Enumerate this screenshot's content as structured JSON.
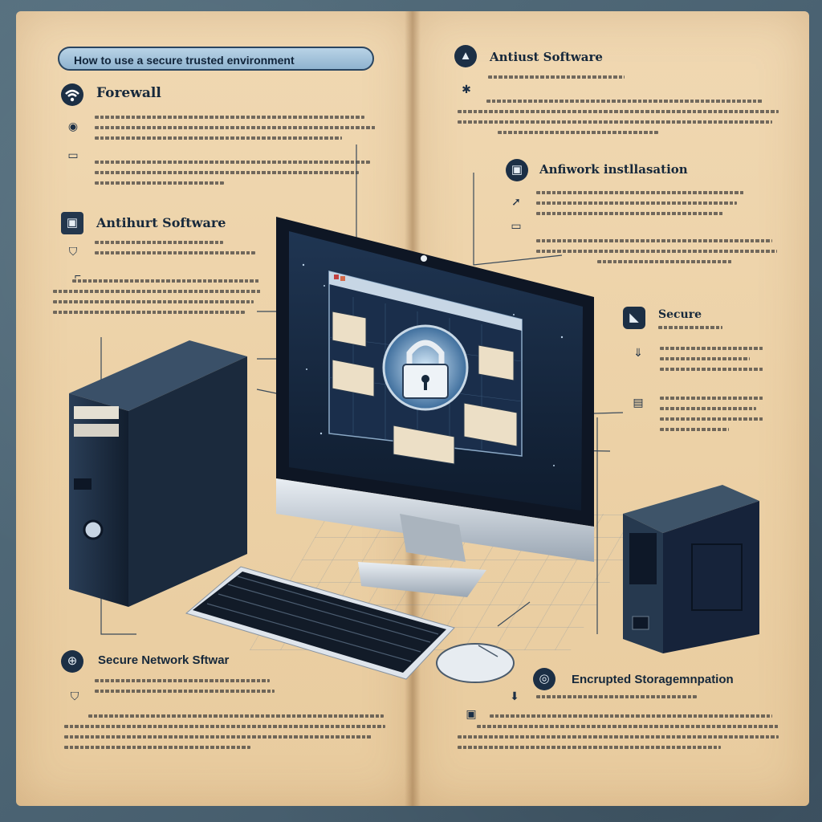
{
  "title": "How to use a secure trusted environment",
  "sections": {
    "firewall": {
      "heading": "Forewall"
    },
    "antivirus_left": {
      "heading": "Antihurt Software"
    },
    "secure_network": {
      "heading": "Secure Network Sftwar"
    },
    "antivirus_right": {
      "heading": "Antiust Software"
    },
    "network_install": {
      "heading": "Anfiwork instllasation"
    },
    "secure": {
      "heading": "Secure"
    },
    "encrypted_storage": {
      "heading": "Encrupted Storagemnpation"
    }
  },
  "icons": {
    "firewall": "wifi-icon",
    "antivirus_left": "monitor-icon",
    "secure_network": "globe-icon",
    "antivirus_right": "triangle-icon",
    "network_install": "monitor-icon",
    "secure": "shield-icon",
    "encrypted_storage": "lock-icon",
    "center_screen": "padlock-icon"
  },
  "colors": {
    "page": "#ecd1a6",
    "ink": "#16283b",
    "accent_blue": "#1c2f45",
    "screen_bg": "#14233a",
    "lock_blue": "#9fc4e2"
  }
}
